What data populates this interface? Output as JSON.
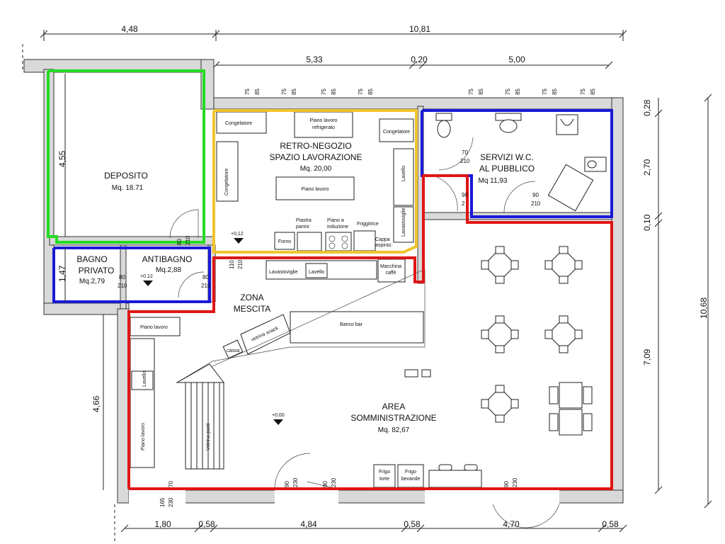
{
  "dimensions_top": {
    "left": "4,48",
    "total": "10,81",
    "seg1": "5,33",
    "seg2": "0,20",
    "seg3": "5,00"
  },
  "window_marks": [
    "75",
    "85"
  ],
  "dimensions_right": {
    "total": "10,68",
    "a": "0,28",
    "b": "2,70",
    "c": "0,10",
    "d": "7,09"
  },
  "dimensions_left": {
    "a": "4,55",
    "b": "1,47",
    "c": "4,66"
  },
  "dimensions_bottom": {
    "a": "1,80",
    "b": "0,58",
    "c": "4,84",
    "d": "0,58",
    "e": "4,70",
    "f": "0,58"
  },
  "rooms": {
    "deposito": {
      "name": "DEPOSITO",
      "area": "Mq. 18.71"
    },
    "retro": {
      "name1": "RETRO-NEGOZIO",
      "name2": "SPAZIO LAVORAZIONE",
      "area": "Mq. 20,00"
    },
    "servizi": {
      "name1": "SERVIZI W.C.",
      "name2": "AL PUBBLICO",
      "area": "Mq 11,93"
    },
    "bagno": {
      "name1": "BAGNO",
      "name2": "PRIVATO",
      "area": "Mq.2,79"
    },
    "antibagno": {
      "name": "ANTIBAGNO",
      "area": "Mq.2,88"
    },
    "mescita": {
      "name1": "ZONA",
      "name2": "MESCITA"
    },
    "somm": {
      "name1": "AREA",
      "name2": "SOMMINISTRAZIONE",
      "area": "Mq. 82,67"
    }
  },
  "labels": {
    "congelatore": "Congelatore",
    "piano_refrig1": "Piano lavoro",
    "piano_refrig2": "refrigerato",
    "piano_lavoro": "Piano lavoro",
    "forno": "Forno",
    "piastra1": "Piastra",
    "piastra2": "panini",
    "induzione1": "Piano a",
    "induzione2": "induzione",
    "friggitrice": "Friggitrice",
    "cappa1": "Cappa",
    "cappa2": "aspiraz.",
    "lavello": "Lavello",
    "lavastoviglie": "Lavastoviglie",
    "macchina1": "Macchina",
    "macchina2": "caffè",
    "banco_bar": "Banco bar",
    "vetrina_snack": "vetrina snack",
    "cassa": "cassa",
    "vetrina_pasti": "Vetrina pasti",
    "frigo": "Frigo",
    "torte": "torte",
    "bevande": "bevande"
  },
  "doors": {
    "d80": "80",
    "d210": "210",
    "d70": "70",
    "d90": "90",
    "d230": "230",
    "d110": "110",
    "d165": "165",
    "d2": "2"
  },
  "levels": {
    "a": "+0,12",
    "b": "+0.12",
    "c": "+0,00"
  },
  "colors": {
    "green": "#22dd22",
    "yellow": "#f2c32c",
    "blue": "#1a1ad6",
    "red": "#e01515"
  }
}
